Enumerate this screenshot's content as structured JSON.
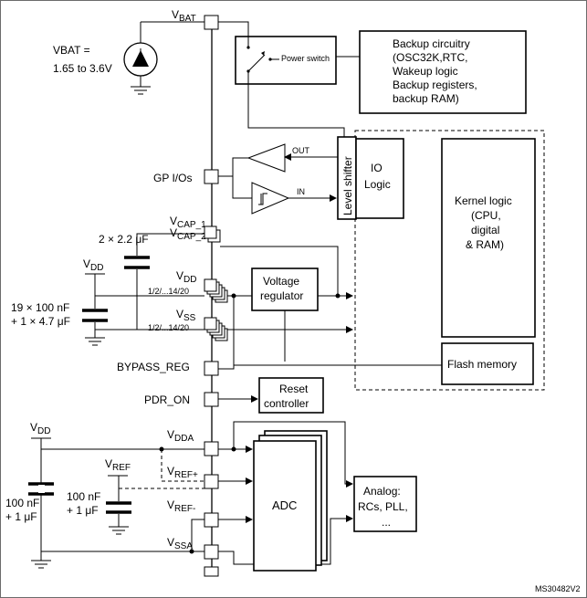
{
  "labels": {
    "vbat_pin": "V",
    "vbat_pin_sub": "BAT",
    "vbat_range_line1": "VBAT =",
    "vbat_range_line2": "1.65 to 3.6V",
    "power_switch": "Power switch",
    "backup_line1": "Backup circuitry",
    "backup_line2": "(OSC32K,RTC,",
    "backup_line3": "Wakeup logic",
    "backup_line4": "Backup registers,",
    "backup_line5": "backup RAM)",
    "out": "OUT",
    "in": "IN",
    "gp_ios": "GP I/Os",
    "level_shifter": "Level shifter",
    "io_logic_line1": "IO",
    "io_logic_line2": "Logic",
    "kernel_line1": "Kernel logic",
    "kernel_line2": "(CPU,",
    "kernel_line3": "digital",
    "kernel_line4": "& RAM)",
    "vcap": "V",
    "vcap1_sub": "CAP_1",
    "vcap2_sub": "CAP_2",
    "cap_2x22": "2 × 2.2 μF",
    "vdd_top": "V",
    "vdd_top_sub": "DD",
    "vdd_pins": "V",
    "vdd_pins_sub": "DD",
    "vdd_range": "1/2/...14/20",
    "vss_pins": "V",
    "vss_pins_sub": "SS",
    "vss_range": "1/2/...14/20",
    "voltage_reg_line1": "Voltage",
    "voltage_reg_line2": "regulator",
    "cap_19x100_line1": "19 × 100 nF",
    "cap_19x100_line2": "+ 1 × 4.7 μF",
    "bypass_reg": "BYPASS_REG",
    "flash_memory": "Flash memory",
    "pdr_on": "PDR_ON",
    "reset_line1": "Reset",
    "reset_line2": "controller",
    "vdd_bottom": "V",
    "vdd_bottom_sub": "DD",
    "vdda": "V",
    "vdda_sub": "DDA",
    "vref": "V",
    "vref_sub": "REF",
    "vref_plus": "V",
    "vref_plus_sub": "REF+",
    "vref_minus": "V",
    "vref_minus_sub": "REF-",
    "vssa": "V",
    "vssa_sub": "SSA",
    "cap_100n_left_line1": "100 nF",
    "cap_100n_left_line2": "+ 1 μF",
    "cap_100n_mid_line1": "100 nF",
    "cap_100n_mid_line2": "+ 1 μF",
    "adc": "ADC",
    "analog_line1": "Analog:",
    "analog_line2": "RCs, PLL,",
    "analog_line3": "...",
    "ref_code": "MS30482V2"
  }
}
